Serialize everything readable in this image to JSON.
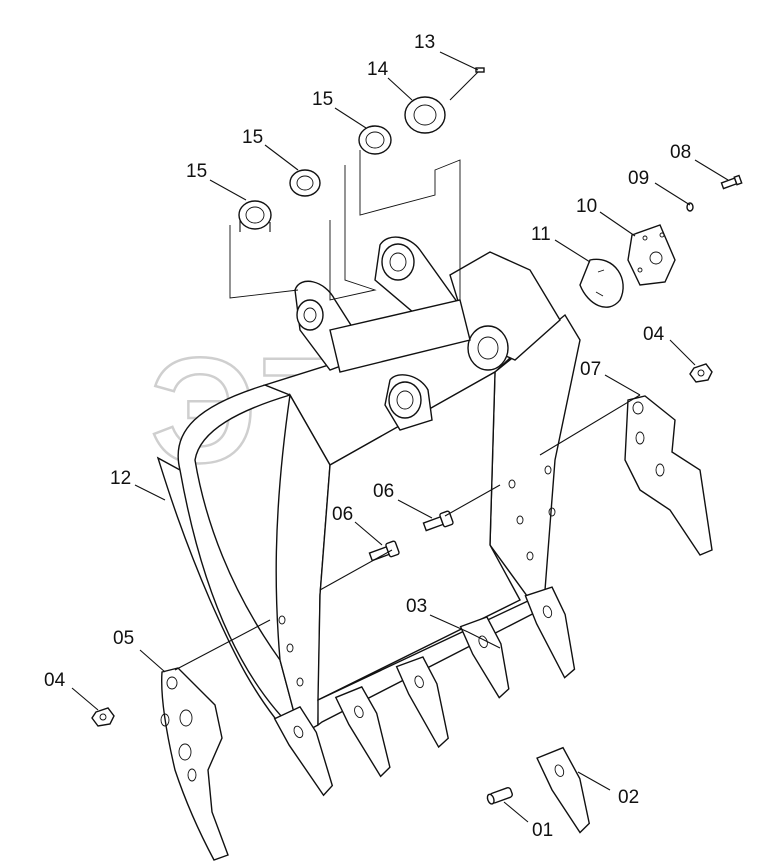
{
  "watermark": {
    "text": "ЭТЕР",
    "mark": "™"
  },
  "callouts": {
    "c01": "01",
    "c02": "02",
    "c03": "03",
    "c04a": "04",
    "c04b": "04",
    "c05": "05",
    "c06a": "06",
    "c06b": "06",
    "c07": "07",
    "c08": "08",
    "c09": "09",
    "c10": "10",
    "c11": "11",
    "c12": "12",
    "c13": "13",
    "c14": "14",
    "c15a": "15",
    "c15b": "15",
    "c15c": "15"
  }
}
